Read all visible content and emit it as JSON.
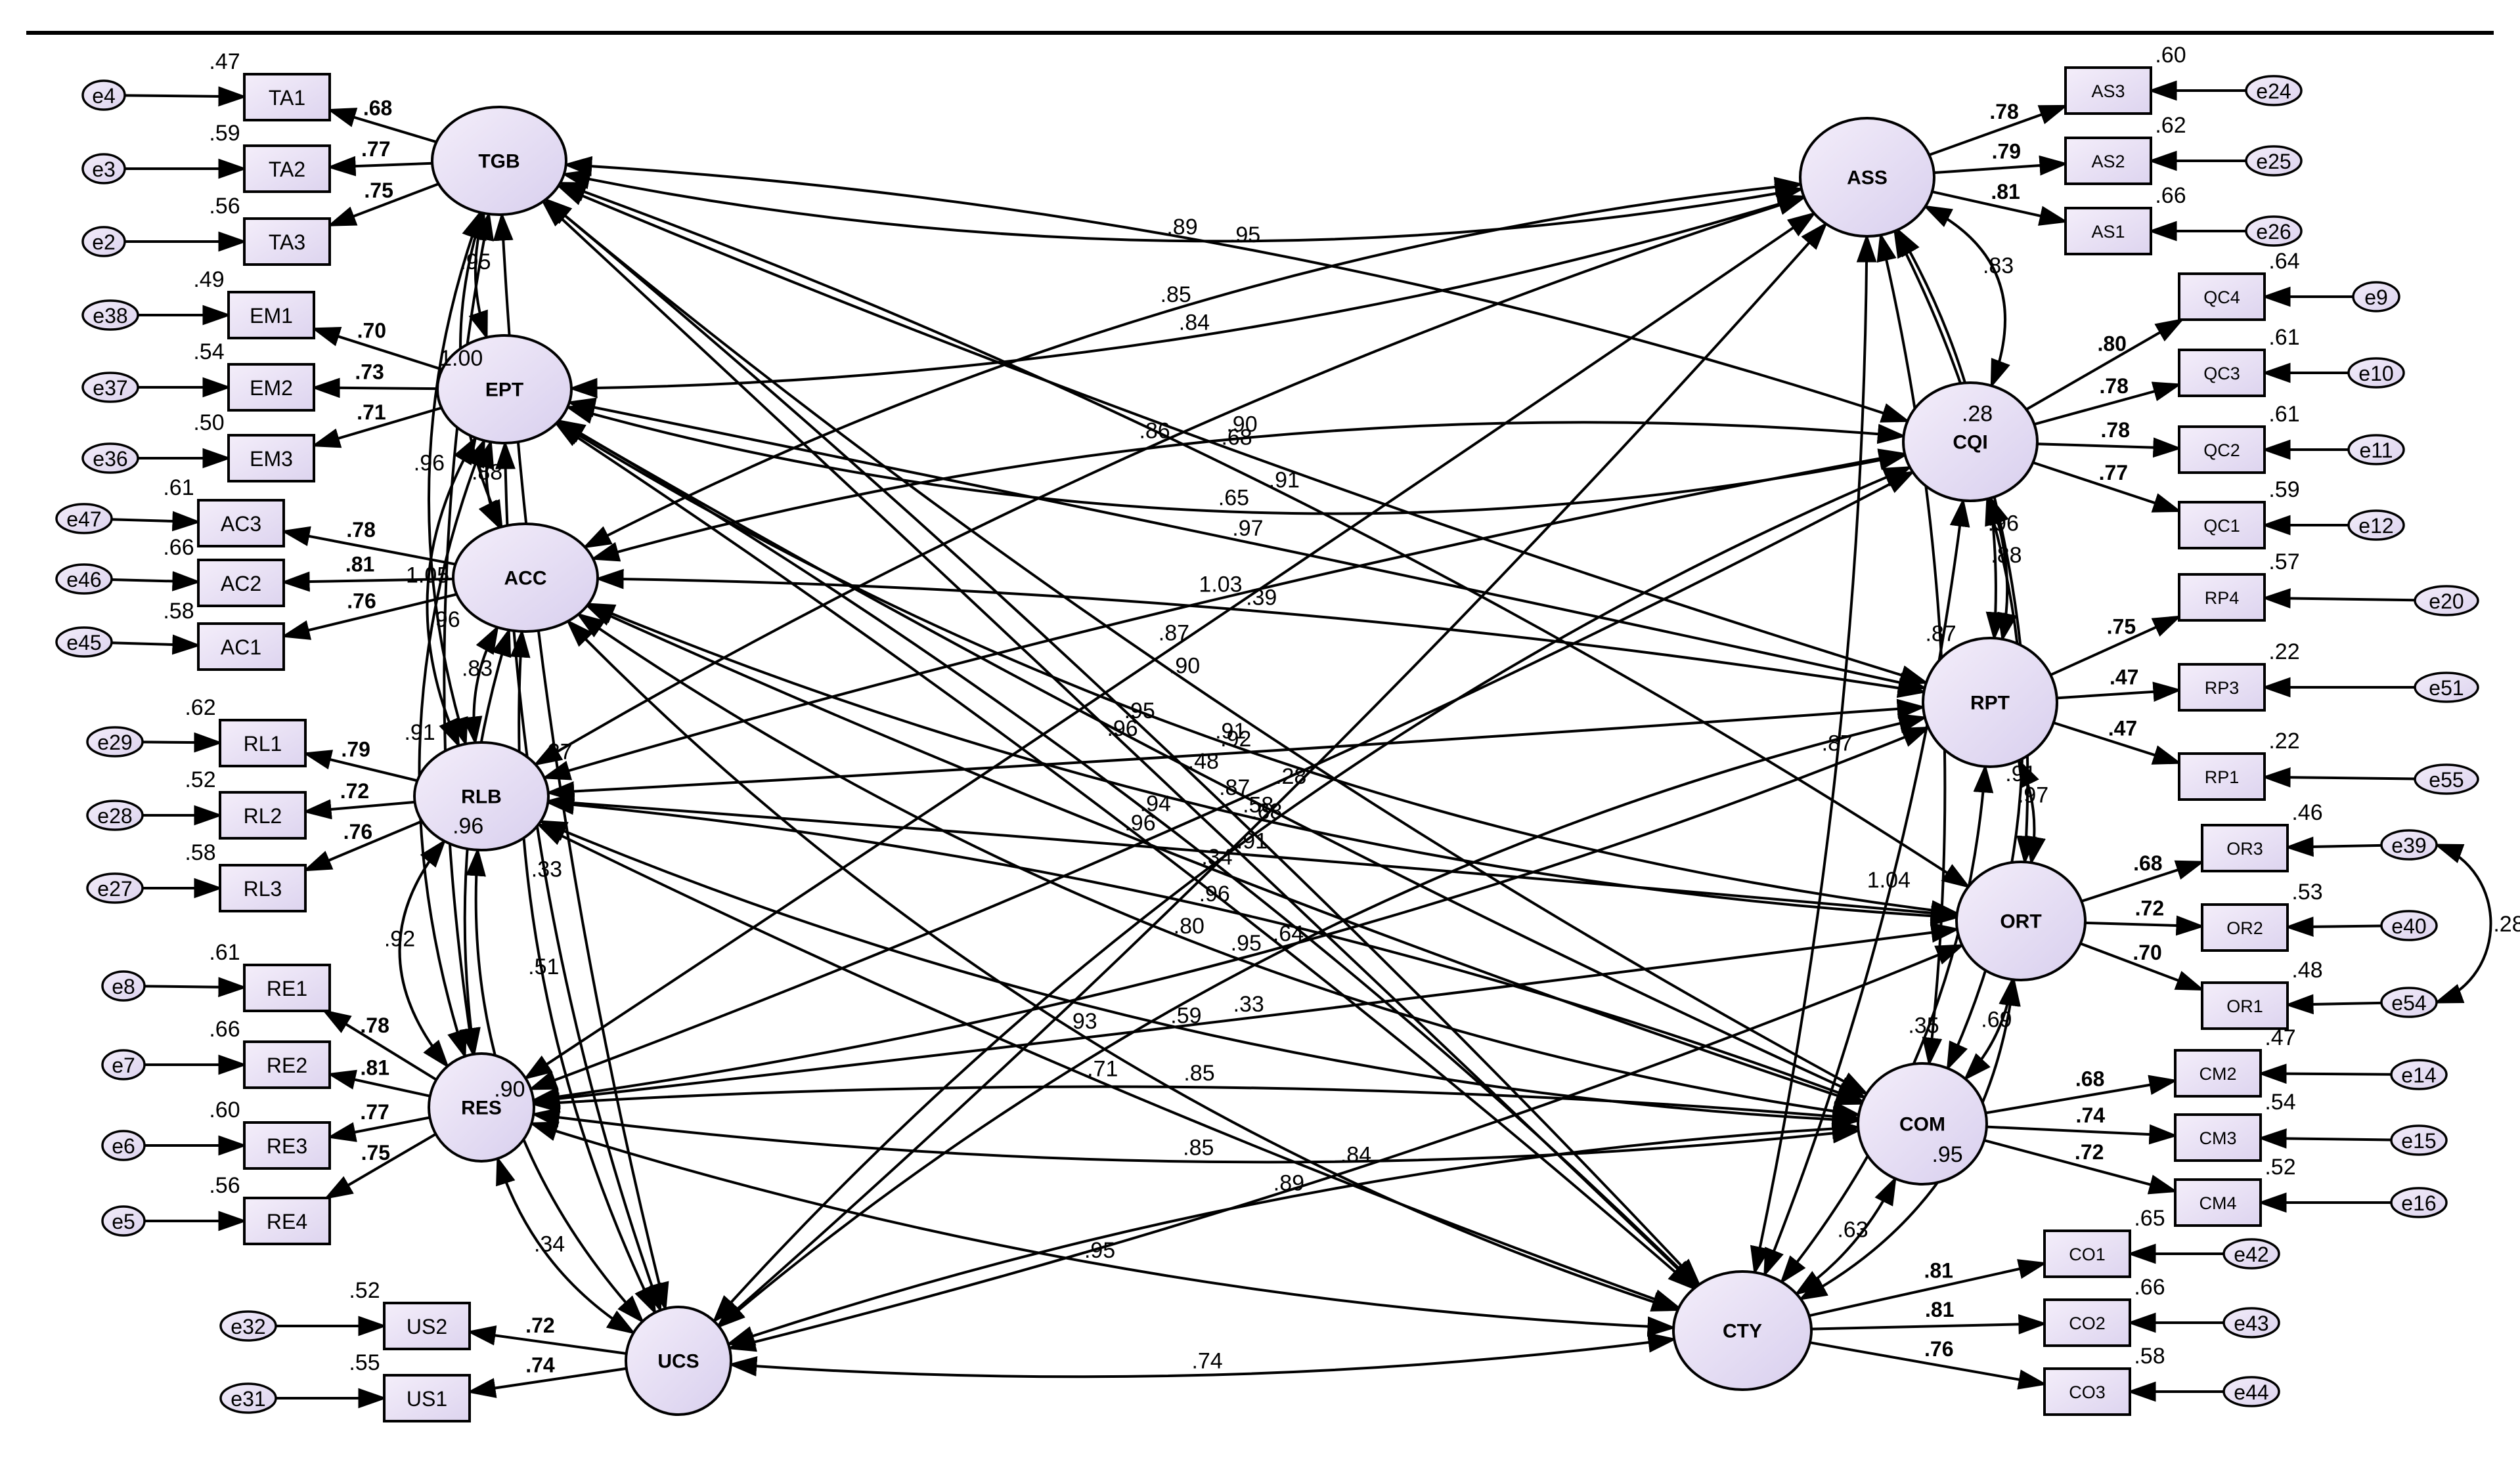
{
  "latents": [
    {
      "id": "TGB",
      "label": "TGB"
    },
    {
      "id": "EPT",
      "label": "EPT"
    },
    {
      "id": "ACC",
      "label": "ACC"
    },
    {
      "id": "RLB",
      "label": "RLB"
    },
    {
      "id": "RES",
      "label": "RES"
    },
    {
      "id": "UCS",
      "label": "UCS"
    },
    {
      "id": "ASS",
      "label": "ASS"
    },
    {
      "id": "CQI",
      "label": "CQI"
    },
    {
      "id": "RPT",
      "label": "RPT"
    },
    {
      "id": "ORT",
      "label": "ORT"
    },
    {
      "id": "COM",
      "label": "COM"
    },
    {
      "id": "CTY",
      "label": "CTY"
    }
  ],
  "indicators": [
    {
      "id": "TA1",
      "label": "TA1",
      "latent": "TGB",
      "error": "e4",
      "loading": ".68",
      "r2": ".47"
    },
    {
      "id": "TA2",
      "label": "TA2",
      "latent": "TGB",
      "error": "e3",
      "loading": ".77",
      "r2": ".59"
    },
    {
      "id": "TA3",
      "label": "TA3",
      "latent": "TGB",
      "error": "e2",
      "loading": ".75",
      "r2": ".56"
    },
    {
      "id": "EM1",
      "label": "EM1",
      "latent": "EPT",
      "error": "e38",
      "loading": ".70",
      "r2": ".49"
    },
    {
      "id": "EM2",
      "label": "EM2",
      "latent": "EPT",
      "error": "e37",
      "loading": ".73",
      "r2": ".54"
    },
    {
      "id": "EM3",
      "label": "EM3",
      "latent": "EPT",
      "error": "e36",
      "loading": ".71",
      "r2": ".50"
    },
    {
      "id": "AC3",
      "label": "AC3",
      "latent": "ACC",
      "error": "e47",
      "loading": ".78",
      "r2": ".61"
    },
    {
      "id": "AC2",
      "label": "AC2",
      "latent": "ACC",
      "error": "e46",
      "loading": ".81",
      "r2": ".66"
    },
    {
      "id": "AC1",
      "label": "AC1",
      "latent": "ACC",
      "error": "e45",
      "loading": ".76",
      "r2": ".58"
    },
    {
      "id": "RL1",
      "label": "RL1",
      "latent": "RLB",
      "error": "e29",
      "loading": ".79",
      "r2": ".62"
    },
    {
      "id": "RL2",
      "label": "RL2",
      "latent": "RLB",
      "error": "e28",
      "loading": ".72",
      "r2": ".52"
    },
    {
      "id": "RL3",
      "label": "RL3",
      "latent": "RLB",
      "error": "e27",
      "loading": ".76",
      "r2": ".58"
    },
    {
      "id": "RE1",
      "label": "RE1",
      "latent": "RES",
      "error": "e8",
      "loading": ".78",
      "r2": ".61"
    },
    {
      "id": "RE2",
      "label": "RE2",
      "latent": "RES",
      "error": "e7",
      "loading": ".81",
      "r2": ".66"
    },
    {
      "id": "RE3",
      "label": "RE3",
      "latent": "RES",
      "error": "e6",
      "loading": ".77",
      "r2": ".60"
    },
    {
      "id": "RE4",
      "label": "RE4",
      "latent": "RES",
      "error": "e5",
      "loading": ".75",
      "r2": ".56"
    },
    {
      "id": "US2",
      "label": "US2",
      "latent": "UCS",
      "error": "e32",
      "loading": ".72",
      "r2": ".52"
    },
    {
      "id": "US1",
      "label": "US1",
      "latent": "UCS",
      "error": "e31",
      "loading": ".74",
      "r2": ".55"
    },
    {
      "id": "AS3",
      "label": "AS3",
      "latent": "ASS",
      "error": "e24",
      "loading": ".78",
      "r2": ".60"
    },
    {
      "id": "AS2",
      "label": "AS2",
      "latent": "ASS",
      "error": "e25",
      "loading": ".79",
      "r2": ".62"
    },
    {
      "id": "AS1",
      "label": "AS1",
      "latent": "ASS",
      "error": "e26",
      "loading": ".81",
      "r2": ".66"
    },
    {
      "id": "QC4",
      "label": "QC4",
      "latent": "CQI",
      "error": "e9",
      "loading": ".80",
      "r2": ".64"
    },
    {
      "id": "QC3",
      "label": "QC3",
      "latent": "CQI",
      "error": "e10",
      "loading": ".78",
      "r2": ".61"
    },
    {
      "id": "QC2",
      "label": "QC2",
      "latent": "CQI",
      "error": "e11",
      "loading": ".78",
      "r2": ".61"
    },
    {
      "id": "QC1",
      "label": "QC1",
      "latent": "CQI",
      "error": "e12",
      "loading": ".77",
      "r2": ".59"
    },
    {
      "id": "RP4",
      "label": "RP4",
      "latent": "RPT",
      "error": "e20",
      "loading": ".75",
      "r2": ".57"
    },
    {
      "id": "RP3",
      "label": "RP3",
      "latent": "RPT",
      "error": "e51",
      "loading": ".47",
      "r2": ".22"
    },
    {
      "id": "RP1",
      "label": "RP1",
      "latent": "RPT",
      "error": "e55",
      "loading": ".47",
      "r2": ".22"
    },
    {
      "id": "OR3",
      "label": "OR3",
      "latent": "ORT",
      "error": "e39",
      "loading": ".68",
      "r2": ".46"
    },
    {
      "id": "OR2",
      "label": "OR2",
      "latent": "ORT",
      "error": "e40",
      "loading": ".72",
      "r2": ".53"
    },
    {
      "id": "OR1",
      "label": "OR1",
      "latent": "ORT",
      "error": "e54",
      "loading": ".70",
      "r2": ".48"
    },
    {
      "id": "CM2",
      "label": "CM2",
      "latent": "COM",
      "error": "e14",
      "loading": ".68",
      "r2": ".47"
    },
    {
      "id": "CM3",
      "label": "CM3",
      "latent": "COM",
      "error": "e15",
      "loading": ".74",
      "r2": ".54"
    },
    {
      "id": "CM4",
      "label": "CM4",
      "latent": "COM",
      "error": "e16",
      "loading": ".72",
      "r2": ".52"
    },
    {
      "id": "CO1",
      "label": "CO1",
      "latent": "CTY",
      "error": "e42",
      "loading": ".81",
      "r2": ".65"
    },
    {
      "id": "CO2",
      "label": "CO2",
      "latent": "CTY",
      "error": "e43",
      "loading": ".81",
      "r2": ".66"
    },
    {
      "id": "CO3",
      "label": "CO3",
      "latent": "CTY",
      "error": "e44",
      "loading": ".76",
      "r2": ".58"
    }
  ],
  "error_covariances": [
    {
      "from": "e39",
      "to": "e54",
      "value": ".28"
    }
  ],
  "covariances": [
    {
      "from": "TGB",
      "to": "EPT",
      "value": ".95"
    },
    {
      "from": "EPT",
      "to": "ACC",
      "value": ".88"
    },
    {
      "from": "ACC",
      "to": "RLB",
      "value": ".83"
    },
    {
      "from": "RLB",
      "to": "RES",
      "value": ".92"
    },
    {
      "from": "RES",
      "to": "UCS",
      "value": ".34"
    },
    {
      "from": "TGB",
      "to": "ACC",
      "value": "1.00"
    },
    {
      "from": "EPT",
      "to": "RLB",
      "value": "1.05"
    },
    {
      "from": "ASS",
      "to": "CQI",
      "value": ".83"
    },
    {
      "from": "CQI",
      "to": "RPT",
      "value": ".88"
    },
    {
      "from": "RPT",
      "to": "ORT",
      "value": ".97"
    },
    {
      "from": "ORT",
      "to": "COM",
      "value": ".69"
    },
    {
      "from": "COM",
      "to": "CTY",
      "value": ".63"
    },
    {
      "from": "TGB",
      "to": "ASS",
      "value": ".89"
    },
    {
      "from": "EPT",
      "to": "ASS",
      "value": ".84"
    },
    {
      "from": "TGB",
      "to": "CQI",
      "value": ".95"
    },
    {
      "from": "ACC",
      "to": "ASS",
      "value": ".85"
    },
    {
      "from": "RLB",
      "to": "ASS",
      "value": ".86"
    },
    {
      "from": "TGB",
      "to": "RPT",
      "value": ".68"
    },
    {
      "from": "RES",
      "to": "ASS",
      "value": ".87"
    },
    {
      "from": "UCS",
      "to": "ASS",
      "value": ".28"
    },
    {
      "from": "EPT",
      "to": "CQI",
      "value": ".65"
    },
    {
      "from": "TGB",
      "to": "ORT",
      "value": ".91"
    },
    {
      "from": "ACC",
      "to": "CQI",
      "value": ".90"
    },
    {
      "from": "EPT",
      "to": "RPT",
      "value": ".97"
    },
    {
      "from": "RLB",
      "to": "CQI",
      "value": "1.03"
    },
    {
      "from": "TGB",
      "to": "COM",
      "value": ".90"
    },
    {
      "from": "RES",
      "to": "CQI",
      "value": ".87"
    },
    {
      "from": "EPT",
      "to": "ORT",
      "value": ".91"
    },
    {
      "from": "UCS",
      "to": "CQI",
      "value": ".68"
    },
    {
      "from": "ACC",
      "to": "RPT",
      "value": ".39"
    },
    {
      "from": "TGB",
      "to": "CTY",
      "value": ".96"
    },
    {
      "from": "EPT",
      "to": "COM",
      "value": ".48"
    },
    {
      "from": "RLB",
      "to": "RPT",
      "value": ".92"
    },
    {
      "from": "ACC",
      "to": "ORT",
      "value": ".58"
    },
    {
      "from": "RES",
      "to": "RPT",
      "value": ".95"
    },
    {
      "from": "UCS",
      "to": "RPT",
      "value": ".64"
    },
    {
      "from": "EPT",
      "to": "CTY",
      "value": ".96"
    },
    {
      "from": "RLB",
      "to": "ORT",
      "value": ".91"
    },
    {
      "from": "ACC",
      "to": "COM",
      "value": ".34"
    },
    {
      "from": "RES",
      "to": "ORT",
      "value": ".33"
    },
    {
      "from": "UCS",
      "to": "ORT",
      "value": ".84"
    },
    {
      "from": "ACC",
      "to": "CTY",
      "value": ".93"
    },
    {
      "from": "RLB",
      "to": "COM",
      "value": ".96"
    },
    {
      "from": "RES",
      "to": "COM",
      "value": ".85"
    },
    {
      "from": "UCS",
      "to": "COM",
      "value": ".89"
    },
    {
      "from": "RLB",
      "to": "CTY",
      "value": ".71"
    },
    {
      "from": "RES",
      "to": "CTY",
      "value": ".95"
    },
    {
      "from": "UCS",
      "to": "CTY",
      "value": ".74"
    },
    {
      "from": "TGB",
      "to": "UCS",
      "value": ".37"
    },
    {
      "from": "EPT",
      "to": "UCS",
      "value": ".33"
    },
    {
      "from": "ACC",
      "to": "UCS",
      "value": ".51"
    },
    {
      "from": "RLB",
      "to": "UCS",
      "value": ".90"
    },
    {
      "from": "ASS",
      "to": "CTY",
      "value": ".87"
    },
    {
      "from": "ASS",
      "to": "COM",
      "value": ".87"
    },
    {
      "from": "ASS",
      "to": "ORT",
      "value": ".96"
    },
    {
      "from": "CQI",
      "to": "COM",
      "value": ".91"
    },
    {
      "from": "CQI",
      "to": "CTY",
      "value": "1.04"
    },
    {
      "from": "ASS",
      "to": "RPT",
      "value": ".28"
    },
    {
      "from": "RPT",
      "to": "CTY",
      "value": ".35"
    },
    {
      "from": "ORT",
      "to": "CTY",
      "value": ".95"
    },
    {
      "from": "RES",
      "to": "COM",
      "value": ".85"
    },
    {
      "from": "RLB",
      "to": "COM",
      "value": ".59"
    },
    {
      "from": "ACC",
      "to": "COM",
      "value": ".80"
    },
    {
      "from": "EPT",
      "to": "CTY",
      "value": ".94"
    },
    {
      "from": "TGB",
      "to": "CTY",
      "value": ".95"
    },
    {
      "from": "TGB",
      "to": "RES",
      "value": ".96"
    },
    {
      "from": "TGB",
      "to": "RLB",
      "value": ".96"
    },
    {
      "from": "EPT",
      "to": "RES",
      "value": ".91"
    },
    {
      "from": "ACC",
      "to": "RES",
      "value": ".96"
    }
  ]
}
